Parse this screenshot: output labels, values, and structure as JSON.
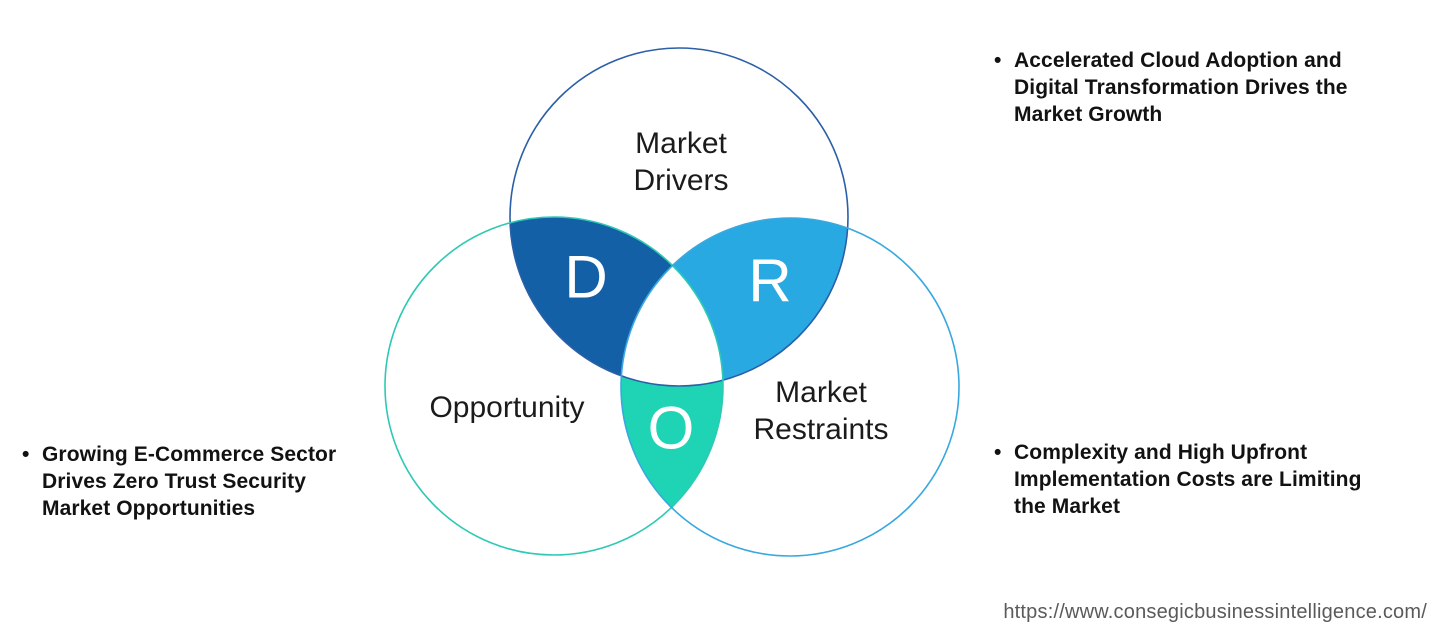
{
  "ui": {
    "bullet_char": "•"
  },
  "venn": {
    "circles": {
      "drivers": {
        "label_line1": "Market",
        "label_line2": "Drivers",
        "stroke": "#2B5FA8"
      },
      "opportunity": {
        "label": "Opportunity",
        "stroke": "#2EC9B4"
      },
      "restraints": {
        "label_line1": "Market",
        "label_line2": "Restraints",
        "stroke": "#3AA8E0"
      }
    },
    "regions": {
      "d": {
        "letter": "D",
        "fill": "#1460A7",
        "meaning": "Drivers"
      },
      "r": {
        "letter": "R",
        "fill": "#29A9E2",
        "meaning": "Restraints"
      },
      "o": {
        "letter": "O",
        "fill": "#1FD4B5",
        "meaning": "Opportunity"
      }
    }
  },
  "bullets": {
    "driver_note": {
      "lines": [
        "Accelerated Cloud Adoption and",
        "Digital Transformation Drives the",
        "Market Growth"
      ]
    },
    "opportunity_note": {
      "lines": [
        "Growing E-Commerce Sector",
        "Drives Zero Trust Security",
        "Market Opportunities"
      ]
    },
    "restraint_note": {
      "lines": [
        "Complexity and High Upfront",
        "Implementation Costs are Limiting",
        "the Market"
      ]
    }
  },
  "footer": {
    "url": "https://www.consegicbusinessintelligence.com/"
  }
}
